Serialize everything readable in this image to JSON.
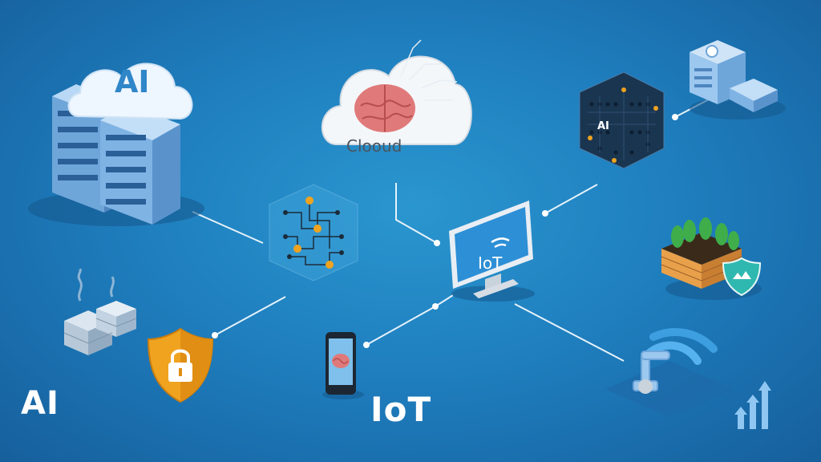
{
  "labels": {
    "cloud_ai": "AI",
    "cloud": "Clooud",
    "monitor": "IoT",
    "cube_ai": "AI",
    "bottom_ai": "AI",
    "bottom_iot": "IoT"
  },
  "icons": [
    "server-rack-icon",
    "ai-cloud-icon",
    "brain-cloud-icon",
    "network-graph-icon",
    "neural-cube-icon",
    "database-server-icon",
    "monitor-icon",
    "smartphone-icon",
    "shield-lock-icon",
    "firewall-icon",
    "garden-box-icon",
    "shield-badge-icon",
    "robot-arm-icon",
    "wifi-signal-icon",
    "growth-arrows-icon"
  ],
  "colors": {
    "background": "#1f7fbf",
    "connector": "#e6f2fb",
    "server": "#9cc7ef",
    "shield": "#f0a31f",
    "brick": "#e8a04a",
    "brain": "#e07a7a"
  }
}
